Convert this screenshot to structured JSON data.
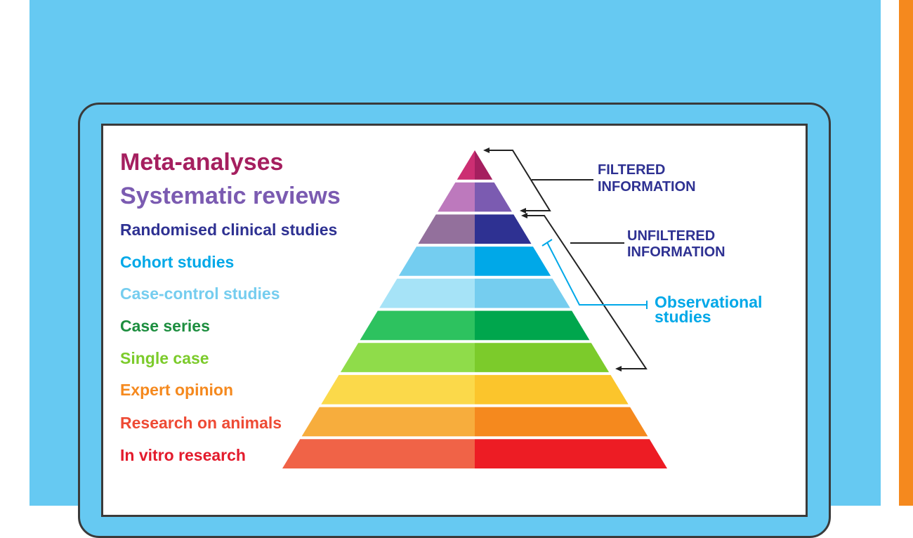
{
  "levels": [
    {
      "label": "Meta-analyses",
      "left": "#cc2e72",
      "right": "#a51f5f",
      "text": "#a51f5f"
    },
    {
      "label": "Systematic reviews",
      "left": "#bd79bd",
      "right": "#7b5bb1",
      "text": "#7b5bb1"
    },
    {
      "label": "Randomised clinical studies",
      "left": "#93709c",
      "right": "#2e3192",
      "text": "#2e3192"
    },
    {
      "label": "Cohort studies",
      "left": "#74cdf0",
      "right": "#00a8e8",
      "text": "#00a8e8"
    },
    {
      "label": "Case-control studies",
      "left": "#a6e3f7",
      "right": "#75cdef",
      "text": "#75cdef"
    },
    {
      "label": "Case series",
      "left": "#2dc25f",
      "right": "#00a64d",
      "text": "#1d8e3f"
    },
    {
      "label": "Single case",
      "left": "#8fdc4a",
      "right": "#7ccb2b",
      "text": "#7ccb2b"
    },
    {
      "label": "Expert opinion",
      "left": "#fbd94a",
      "right": "#fbc52c",
      "text": "#f5891e"
    },
    {
      "label": "Research on animals",
      "left": "#f7ad3d",
      "right": "#f5891e",
      "text": "#ee4a34"
    },
    {
      "label": "In vitro research",
      "left": "#f06347",
      "right": "#ed1c24",
      "text": "#e31b2c"
    }
  ],
  "filtered": {
    "line1": "FILTERED",
    "line2": "INFORMATION",
    "color": "#2e3192"
  },
  "unfiltered": {
    "line1": "UNFILTERED",
    "line2": "INFORMATION",
    "color": "#2e3192"
  },
  "observational": {
    "line1": "Observational",
    "line2": "studies",
    "color": "#00a8e8"
  },
  "colors": {
    "background": "#66c9f2",
    "accent": "#f5891e",
    "frame": "#3a3a3a"
  }
}
